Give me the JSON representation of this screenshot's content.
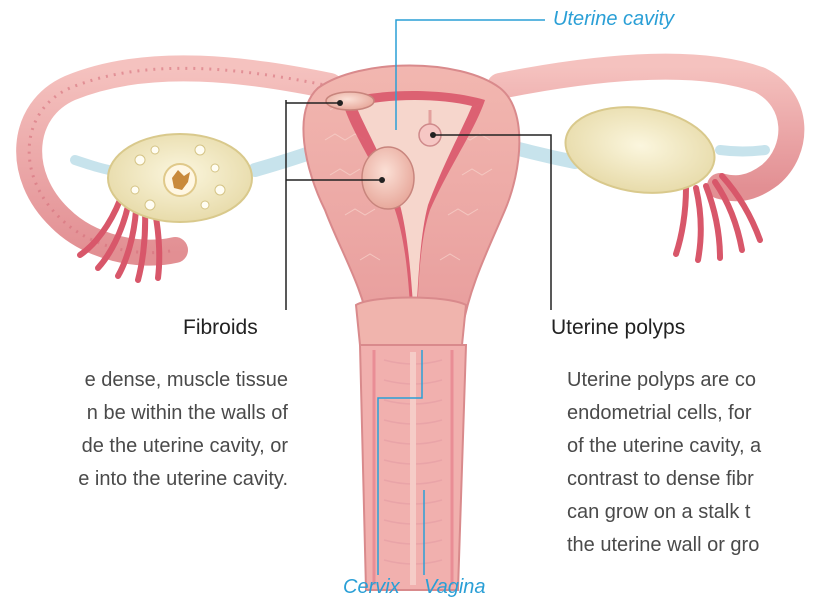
{
  "labels": {
    "uterine_cavity": "Uterine cavity",
    "cervix": "Cervix",
    "vagina": "Vagina"
  },
  "fibroids": {
    "heading": "Fibroids",
    "lines": [
      "e dense, muscle tissue",
      "n be within the walls of",
      "de the uterine cavity, or",
      "e into the uterine cavity."
    ]
  },
  "polyps": {
    "heading": "Uterine polyps",
    "lines": [
      "Uterine polyps are co",
      "endometrial cells, for",
      "of the uterine cavity, a",
      "contrast to dense fibr",
      "can grow on a stalk t",
      "the uterine wall or gro"
    ]
  },
  "colors": {
    "callout_cyan": "#2a9fd6",
    "callout_dark": "#222222",
    "tissue_pink": "#e8a3a8",
    "tissue_deep": "#d4606e",
    "ovary_cream": "#f3ecc9"
  }
}
